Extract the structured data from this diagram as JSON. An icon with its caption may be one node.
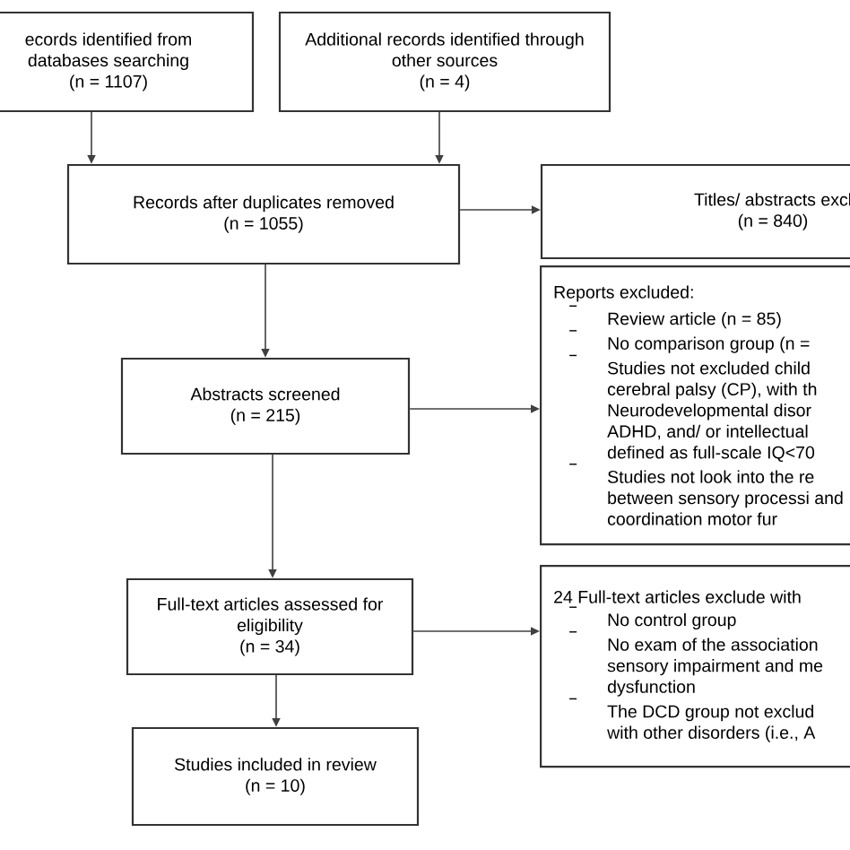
{
  "diagram": {
    "nodes": [
      {
        "text": [
          "ecords identified from databases searching",
          "(n = 1107)"
        ]
      },
      {
        "text": [
          "Additional records identified through other sources",
          "(n = 4)"
        ]
      },
      {
        "text": [
          "Records after duplicates removed",
          "(n = 1055)"
        ]
      },
      {
        "text": [
          "Titles/ abstracts excl",
          "(n = 840)"
        ]
      },
      {
        "text": [
          "Reports excluded:",
          "Review article (n = 85)",
          "No comparison group (n =",
          "Studies not excluded child cerebral palsy (CP), with th Neurodevelopmental disor ADHD, and/ or intellectual defined as full-scale IQ<70",
          "Studies not look into the re between sensory processi and coordination motor fur"
        ]
      },
      {
        "text": [
          "Abstracts screened",
          "(n = 215)"
        ]
      },
      {
        "text": [
          "Full-text articles assessed for eligibility",
          "(n = 34)"
        ]
      },
      {
        "text": [
          "Studies included in review",
          "(n = 10)"
        ]
      },
      {
        "text": [
          "24 Full-text articles exclude with",
          "No control group",
          "No exam of the association sensory impairment and me dysfunction",
          "The DCD group not exclud with other disorders (i.e., A"
        ]
      }
    ],
    "edges": [
      {
        "from": 0,
        "to": 2,
        "arrow": "to"
      },
      {
        "from": 1,
        "to": 2,
        "arrow": "to"
      },
      {
        "from": 2,
        "to": 3,
        "arrow": "to"
      },
      {
        "from": 2,
        "to": 5,
        "arrow": "to"
      },
      {
        "from": 5,
        "to": 4,
        "arrow": "to"
      },
      {
        "from": 5,
        "to": 6,
        "arrow": "to"
      },
      {
        "from": 6,
        "to": 8,
        "arrow": "to"
      },
      {
        "from": 6,
        "to": 7,
        "arrow": "to"
      }
    ]
  }
}
